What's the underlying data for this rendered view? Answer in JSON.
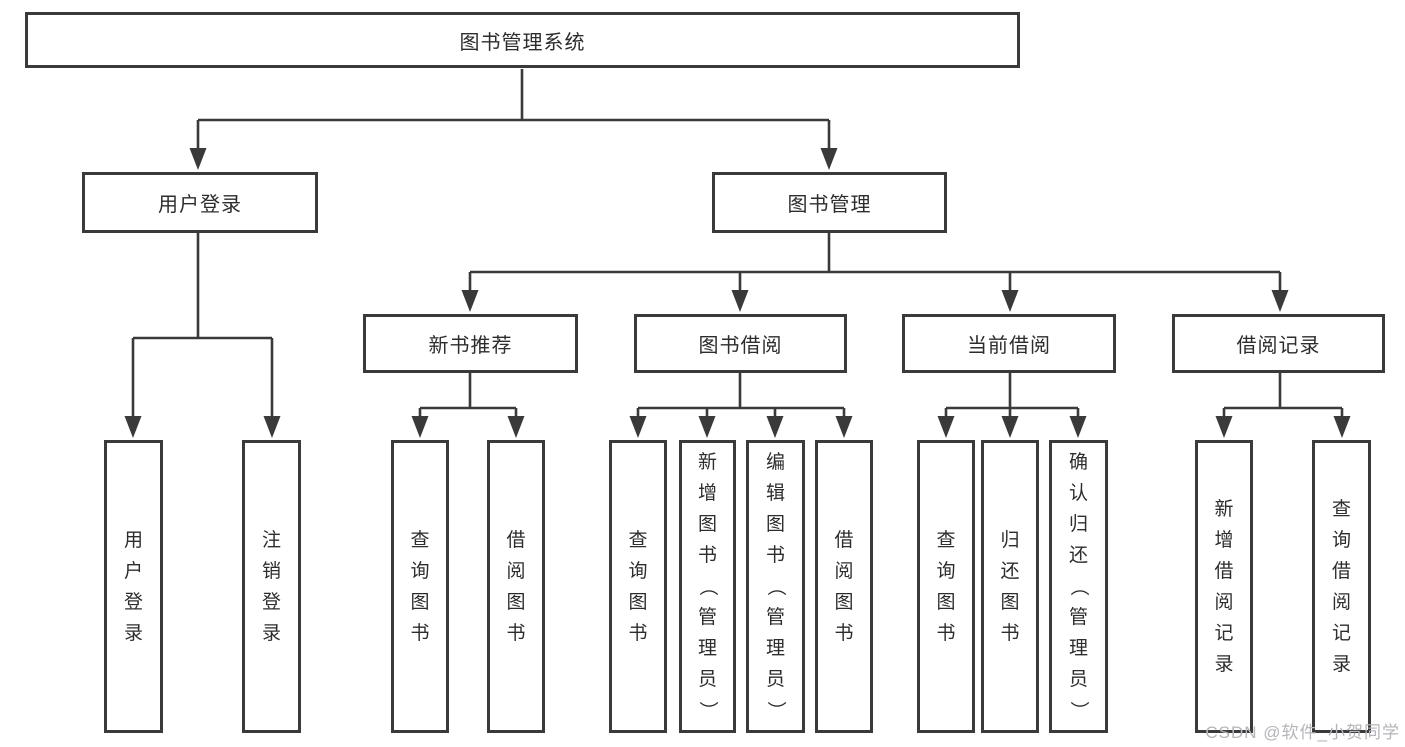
{
  "tree": {
    "root": {
      "label": "图书管理系统"
    },
    "branches": [
      {
        "label": "用户登录",
        "children": [
          {
            "label": "用户登录"
          },
          {
            "label": "注销登录"
          }
        ]
      },
      {
        "label": "图书管理",
        "children": [
          {
            "label": "新书推荐",
            "children": [
              {
                "label": "查询图书"
              },
              {
                "label": "借阅图书"
              }
            ]
          },
          {
            "label": "图书借阅",
            "children": [
              {
                "label": "查询图书"
              },
              {
                "label": "新增图书（管理员）"
              },
              {
                "label": "编辑图书（管理员）"
              },
              {
                "label": "借阅图书"
              }
            ]
          },
          {
            "label": "当前借阅",
            "children": [
              {
                "label": "查询图书"
              },
              {
                "label": "归还图书"
              },
              {
                "label": "确认归还（管理员）"
              }
            ]
          },
          {
            "label": "借阅记录",
            "children": [
              {
                "label": "新增借阅记录"
              },
              {
                "label": "查询借阅记录"
              }
            ]
          }
        ]
      }
    ]
  },
  "watermark": "CSDN @软件_小贺同学",
  "colors": {
    "line": "#3a3a3a",
    "text": "#2d2d2d",
    "watermark": "#b4b4ba",
    "background": "#ffffff"
  }
}
